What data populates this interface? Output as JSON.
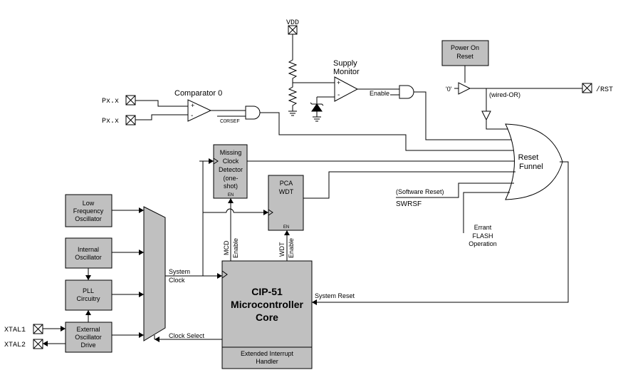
{
  "pins": {
    "vdd": "VDD",
    "px1": "Px.x",
    "px2": "Px.x",
    "rst": "/RST",
    "xtal1": "XTAL1",
    "xtal2": "XTAL2"
  },
  "comparator": {
    "title": "Comparator 0",
    "plus": "+",
    "minus": "-",
    "output": "C0RSEF"
  },
  "supply": {
    "line1": "Supply",
    "line2": "Monitor",
    "plus": "+",
    "minus": "-",
    "enable": "Enable"
  },
  "power_on_reset": {
    "line1": "Power On",
    "line2": "Reset",
    "zero": "'0'",
    "wired_or": "(wired-OR)"
  },
  "reset_funnel": {
    "line1": "Reset",
    "line2": "Funnel"
  },
  "mcd": {
    "lines": [
      "Missing",
      "Clock",
      "Detector",
      "(one-",
      "shot)"
    ],
    "en": "EN",
    "mcd_label": "MCD",
    "enable_label": "Enable"
  },
  "pca": {
    "line1": "PCA",
    "line2": "WDT",
    "en": "EN",
    "wdt_label": "WDT",
    "enable_label": "Enable"
  },
  "software_reset": {
    "label": "(Software Reset)",
    "swrsf": "SWRSF"
  },
  "errant": {
    "lines": [
      "Errant",
      "FLASH",
      "Operation"
    ]
  },
  "oscillators": {
    "low_freq": [
      "Low",
      "Frequency",
      "Oscillator"
    ],
    "internal": [
      "Internal",
      "Oscillator"
    ],
    "pll": [
      "PLL",
      "Circuitry"
    ],
    "external": [
      "External",
      "Oscillator",
      "Drive"
    ]
  },
  "mux": {
    "system_clock": [
      "System",
      "Clock"
    ],
    "clock_select": "Clock Select"
  },
  "cpu": {
    "title": "CIP-51",
    "line2": "Microcontroller",
    "line3": "Core",
    "sub1": "Extended Interrupt",
    "sub2": "Handler"
  },
  "system_reset": "System Reset"
}
